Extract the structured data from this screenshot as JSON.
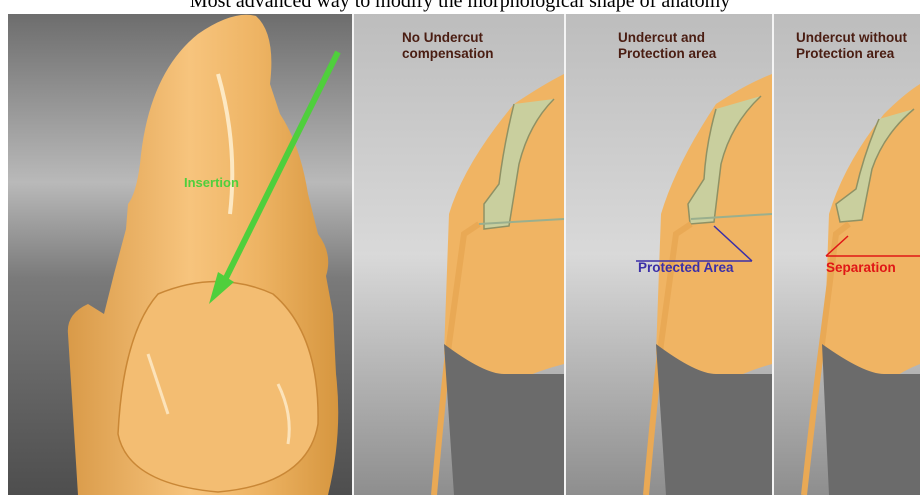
{
  "caption": "Most advanced way to modify the morphological shape of anatomy",
  "panels": [
    {
      "insertion_label": "Insertion"
    },
    {
      "title": "No Undercut\ncompensation"
    },
    {
      "title": "Undercut and\nProtection area",
      "annotation": "Protected Area"
    },
    {
      "title": "Undercut without\nProtection area",
      "annotation": "Separation"
    }
  ],
  "colors": {
    "tooth": "#f2b96a",
    "background": "#8c8c8c",
    "insertion_arrow": "#4fcf3c",
    "protected": "#3b2fa8",
    "separation": "#e01616",
    "label": "#4a1d12"
  }
}
